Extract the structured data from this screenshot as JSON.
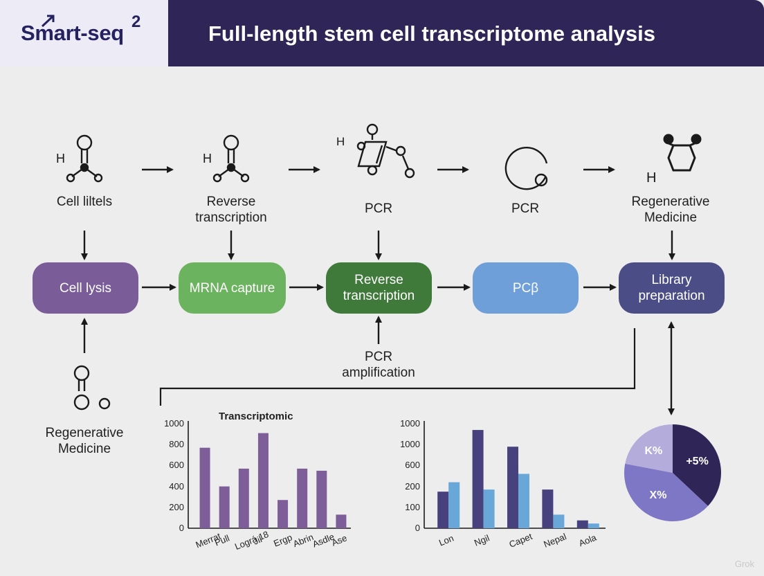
{
  "header": {
    "logo": "Smart-seq",
    "logo_sup": "2",
    "title": "Full-length stem cell transcriptome analysis"
  },
  "icons": {
    "col1": {
      "label": "H"
    },
    "col2": {
      "label": "H"
    },
    "col3": {
      "label": "H"
    },
    "col5": {
      "label": "H"
    }
  },
  "top_labels": [
    "Cell liltels",
    "Reverse\ntranscription",
    "PCR",
    "PCR",
    "Regenerative\nMedicine"
  ],
  "boxes": [
    {
      "label": "Cell lysis",
      "color": "#7a5c99"
    },
    {
      "label": "MRNA capture",
      "color": "#6cb35f"
    },
    {
      "label": "Reverse\ntranscription",
      "color": "#3f7a3a"
    },
    {
      "label": "PCβ",
      "color": "#6e9fd8"
    },
    {
      "label": "Library\npreparation",
      "color": "#4a4d86"
    }
  ],
  "lower_labels": {
    "pcr_amplification": "PCR\namplification",
    "regen": "Regenerative\nMedicine"
  },
  "chart_data": [
    {
      "type": "bar",
      "title": "Transcriptomic",
      "yticks": [
        "0",
        "200",
        "400",
        "600",
        "800",
        "1000"
      ],
      "ylim": [
        0,
        1000
      ],
      "categories": [
        "Merrat",
        "Pull",
        "Lográ 18",
        "Jil",
        "Ergp",
        "Abrin",
        "Asdle",
        "Ase"
      ],
      "series": [
        {
          "values": [
            770,
            400,
            570,
            910,
            270,
            570,
            550,
            130
          ],
          "color": "#7d5e98"
        }
      ]
    },
    {
      "type": "bar",
      "title": "",
      "yticks": [
        "0",
        "100",
        "200",
        "600",
        "1000",
        "1000"
      ],
      "ylim": [
        0,
        1000
      ],
      "categories": [
        "Lon",
        "Ngil",
        "Capet",
        "Nepal",
        "Aola"
      ],
      "series": [
        {
          "values": [
            350,
            940,
            780,
            370,
            75
          ],
          "color": "#47427e"
        },
        {
          "values": [
            440,
            370,
            520,
            130,
            45
          ],
          "color": "#6aa7d9"
        }
      ]
    },
    {
      "type": "pie",
      "labels": [
        "K%",
        "+5%",
        "X%"
      ],
      "values": [
        22,
        37,
        41
      ],
      "colors": [
        "#b4acdb",
        "#2f2657",
        "#7d77c6"
      ]
    }
  ],
  "watermark": "Grok"
}
